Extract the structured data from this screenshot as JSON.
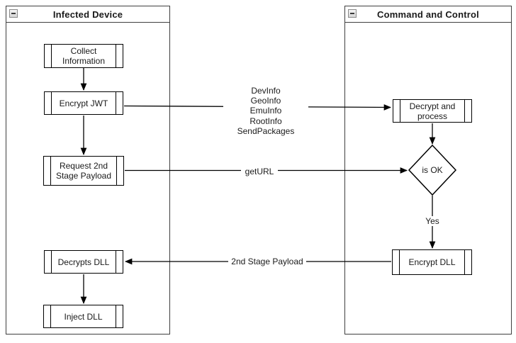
{
  "lanes": [
    {
      "title": "Infected Device"
    },
    {
      "title": "Command and Control"
    }
  ],
  "nodes": {
    "collect_information": {
      "label": "Collect Information"
    },
    "encrypt_jwt": {
      "label": "Encrypt JWT"
    },
    "request_2nd_stage": {
      "label": "Request 2nd Stage Payload"
    },
    "decrypts_dll": {
      "label": "Decrypts DLL"
    },
    "inject_dll": {
      "label": "Inject DLL"
    },
    "decrypt_and_process": {
      "label": "Decrypt and process"
    },
    "is_ok": {
      "label": "is OK"
    },
    "encrypt_dll": {
      "label": "Encrypt DLL"
    }
  },
  "edge_labels": {
    "send_info": "DevInfo\nGeoInfo\nEmuInfo\nRootInfo\nSendPackages",
    "get_url": "getURL",
    "yes": "Yes",
    "second_stage_payload": "2nd Stage Payload"
  },
  "colors": {
    "node_stroke": "#000000",
    "node_fill": "#ffffff",
    "lane_border": "#3f3f3f"
  }
}
